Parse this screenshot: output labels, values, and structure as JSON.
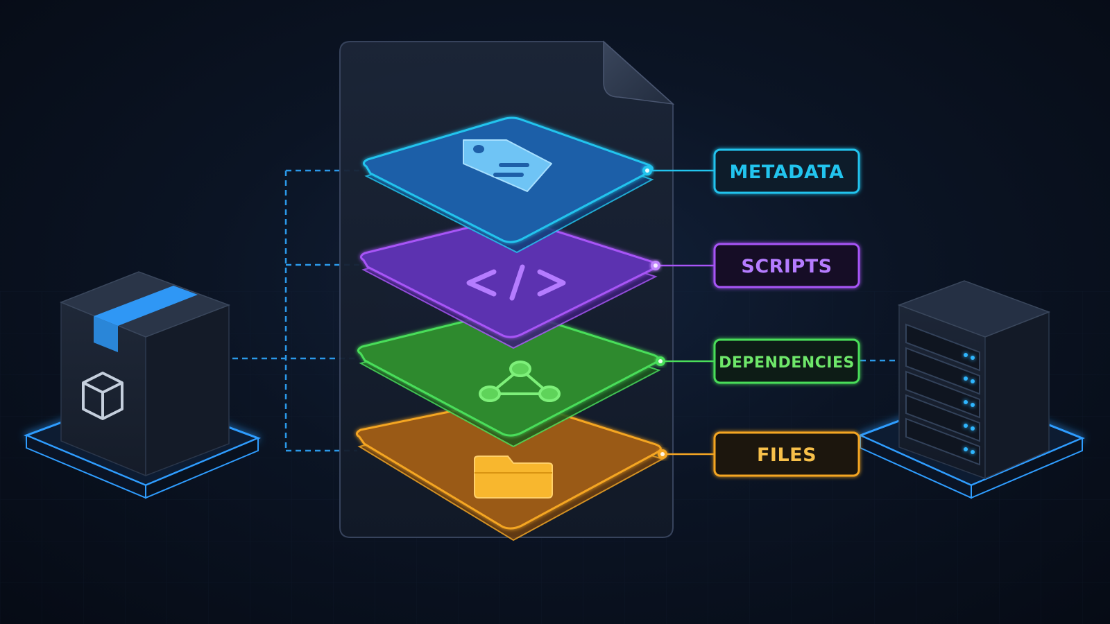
{
  "layers": [
    {
      "label": "METADATA",
      "color": "#22c4ee",
      "fill": "#1e5fa8",
      "icon": "tag-icon"
    },
    {
      "label": "SCRIPTS",
      "color": "#a855f7",
      "fill": "#5b32b0",
      "icon": "code-icon"
    },
    {
      "label": "DEPENDENCIES",
      "color": "#4ade5a",
      "fill": "#2f8a2e",
      "icon": "graph-icon"
    },
    {
      "label": "FILES",
      "color": "#f5a623",
      "fill": "#9a5a14",
      "icon": "folder-icon"
    }
  ],
  "nodes": {
    "left": {
      "icon": "package-box-icon",
      "accent": "#2fa8ff"
    },
    "right": {
      "icon": "server-rack-icon",
      "accent": "#2fa8ff"
    }
  }
}
